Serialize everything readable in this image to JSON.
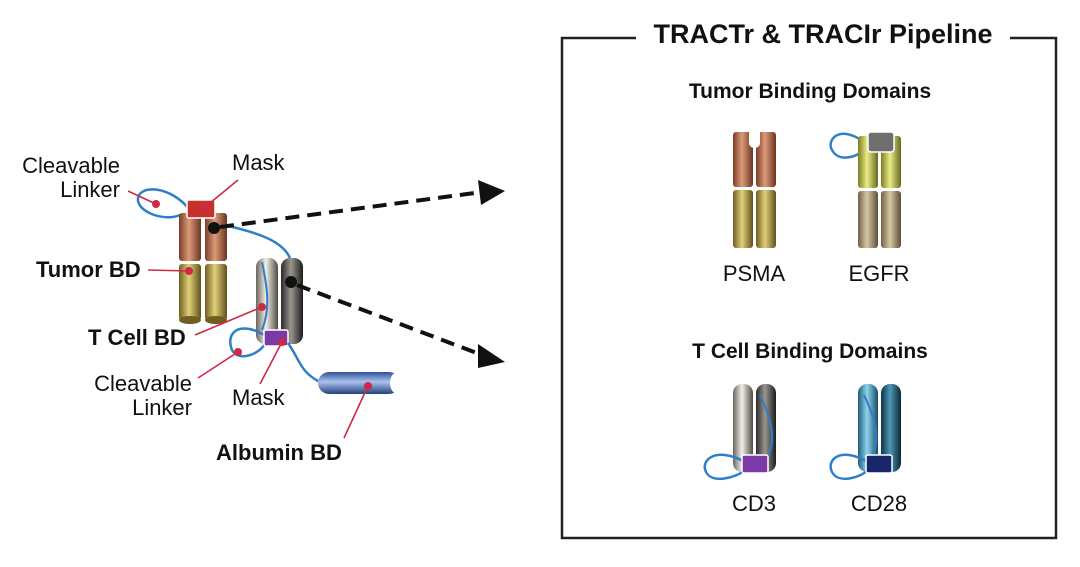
{
  "left": {
    "labels": {
      "cleavable_linker_top": [
        "Cleavable",
        "Linker"
      ],
      "mask_top": "Mask",
      "tumor_bd": "Tumor BD",
      "t_cell_bd": "T Cell BD",
      "cleavable_linker_bottom": [
        "Cleavable",
        "Linker"
      ],
      "mask_bottom": "Mask",
      "albumin_bd": "Albumin BD"
    }
  },
  "panel": {
    "title": "TRACTr & TRACIr Pipeline",
    "tumor_section_title": "Tumor Binding Domains",
    "tumor_domains": [
      "PSMA",
      "EGFR"
    ],
    "tcell_section_title": "T Cell Binding Domains",
    "tcell_domains": [
      "CD3",
      "CD28"
    ]
  },
  "colors": {
    "mask_red": "#c8302c",
    "mask_purple": "#7a3ba8",
    "mask_gray": "#6f6f6f",
    "mask_navy": "#17276a",
    "linker_blue": "#2f7fc8",
    "label_dot": "#cc2a45",
    "tumor_copper": "#b6674a",
    "tumor_olive": "#b9a44a",
    "tcell_silver": "#bdb6aa",
    "cd28_teal": "#4aa0c8",
    "egfr_lime": "#c6c850",
    "albumin_blue": "#5a82c8"
  }
}
